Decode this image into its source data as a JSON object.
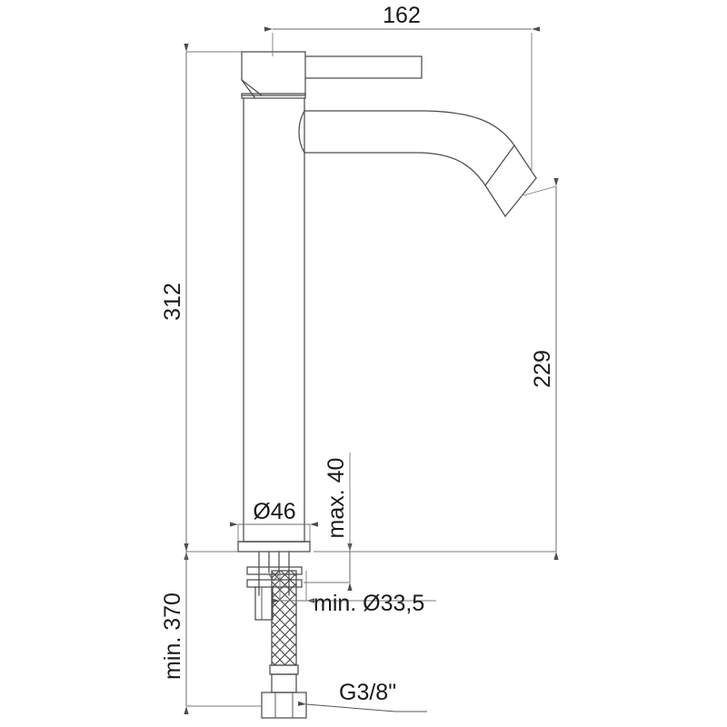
{
  "drawing": {
    "title": "Tall basin mixer tap technical dimension drawing",
    "units": "mm",
    "background_color": "#ffffff",
    "line_color": "#4d4d4d",
    "text_color": "#1a1a1a"
  },
  "dimensions": {
    "spout_reach": {
      "label": "162",
      "name": "spout-reach-dimension",
      "orientation": "horizontal",
      "position": "top"
    },
    "overall_height": {
      "label": "312",
      "name": "overall-height-dimension",
      "orientation": "vertical-rotated",
      "position": "left"
    },
    "spout_height": {
      "label": "229",
      "name": "spout-outlet-height-dimension",
      "orientation": "vertical-rotated",
      "position": "right"
    },
    "base_diameter": {
      "label": "Ø46",
      "name": "base-diameter-dimension",
      "orientation": "horizontal",
      "position": "base-flange"
    },
    "max_thickness": {
      "label": "max. 40",
      "name": "max-deck-thickness-dimension",
      "orientation": "vertical-rotated",
      "position": "mounting"
    },
    "min_hole_diameter": {
      "label": "min. Ø33,5",
      "name": "min-hole-diameter-dimension",
      "orientation": "horizontal",
      "position": "shank"
    },
    "min_hose_length": {
      "label": "min. 370",
      "name": "min-hose-length-dimension",
      "orientation": "vertical-rotated",
      "position": "left-lower"
    },
    "thread_connection": {
      "label": "G3/8\"",
      "name": "thread-connection-callout",
      "orientation": "horizontal",
      "position": "hose-end"
    }
  }
}
